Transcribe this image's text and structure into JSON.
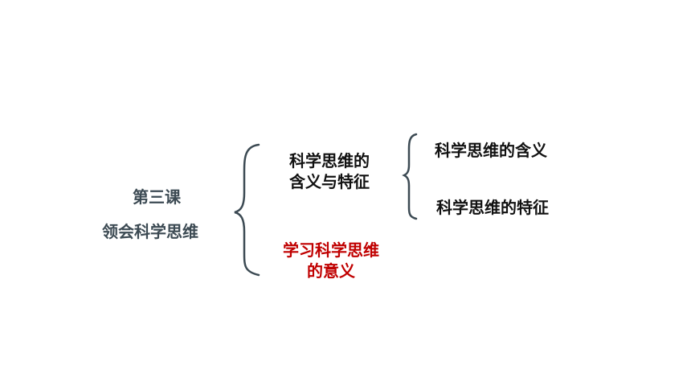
{
  "root": {
    "title": "第三课",
    "subtitle": "领会科学思维"
  },
  "branches": [
    {
      "lines": [
        "科学思维的",
        "含义与特征"
      ],
      "children": [
        "科学思维的含义",
        "科学思维的特征"
      ],
      "color": "#111111"
    },
    {
      "lines": [
        "学习科学思维",
        "的意义"
      ],
      "children": [],
      "color": "#c00000"
    }
  ],
  "colors": {
    "root_text": "#3c4a53",
    "brace": "#3c4a53"
  }
}
